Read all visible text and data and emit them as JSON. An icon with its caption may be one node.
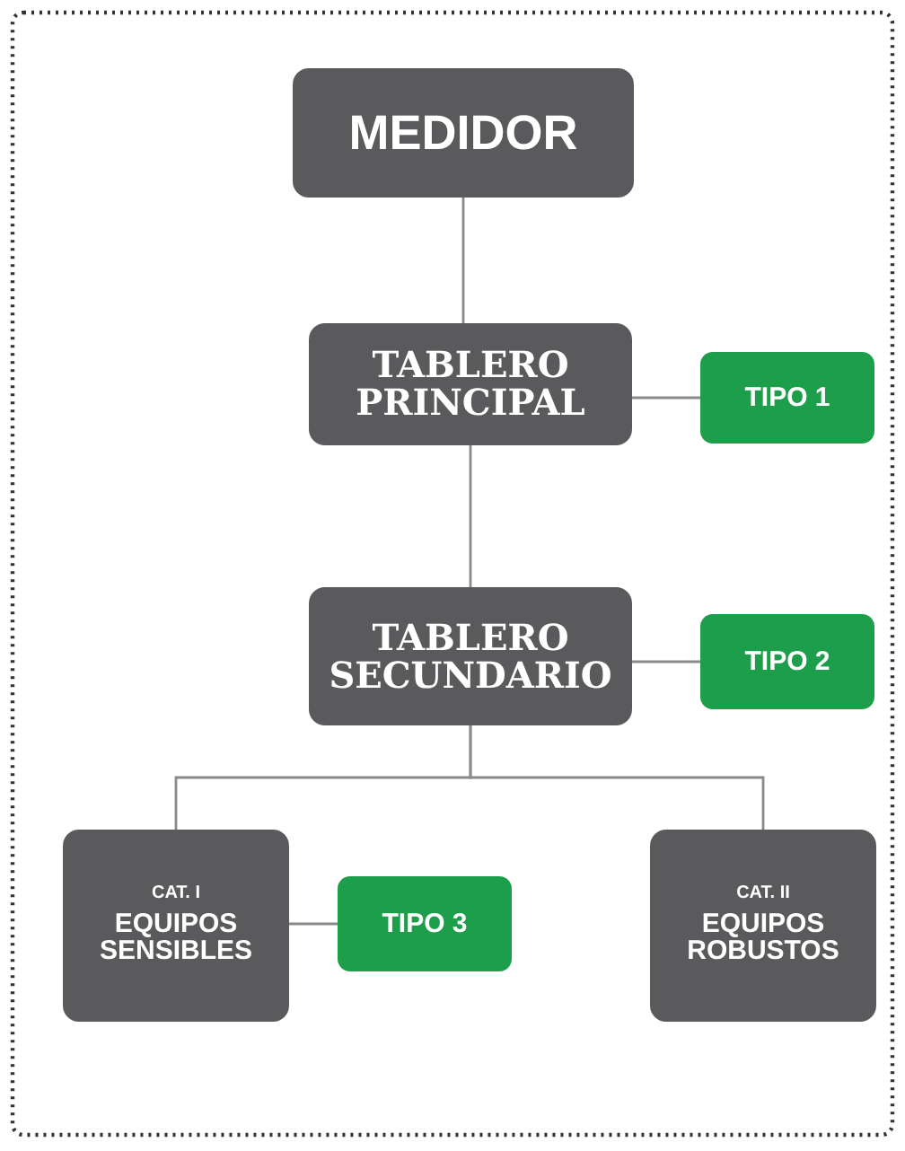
{
  "diagram": {
    "nodes": [
      {
        "text": [
          "MEDIDOR"
        ]
      },
      {
        "text": [
          "TABLERO PRINCIPAL"
        ]
      },
      {
        "text": [
          "TIPO 1"
        ]
      },
      {
        "text": [
          "TABLERO SECUNDARIO"
        ]
      },
      {
        "text": [
          "TIPO 2"
        ]
      },
      {
        "text": [
          "CAT. I",
          "EQUIPOS SENSIBLES"
        ]
      },
      {
        "text": [
          "TIPO 3"
        ]
      },
      {
        "text": [
          "CAT. II",
          "EQUIPOS ROBUSTOS"
        ]
      }
    ],
    "edges": [
      {
        "from": 0,
        "to": 1,
        "arrow": "none"
      },
      {
        "from": 1,
        "to": 2,
        "arrow": "none"
      },
      {
        "from": 1,
        "to": 3,
        "arrow": "none"
      },
      {
        "from": 3,
        "to": 4,
        "arrow": "none"
      },
      {
        "from": 3,
        "to": 5,
        "arrow": "none"
      },
      {
        "from": 3,
        "to": 7,
        "arrow": "none"
      },
      {
        "from": 5,
        "to": 6,
        "arrow": "none"
      }
    ]
  }
}
